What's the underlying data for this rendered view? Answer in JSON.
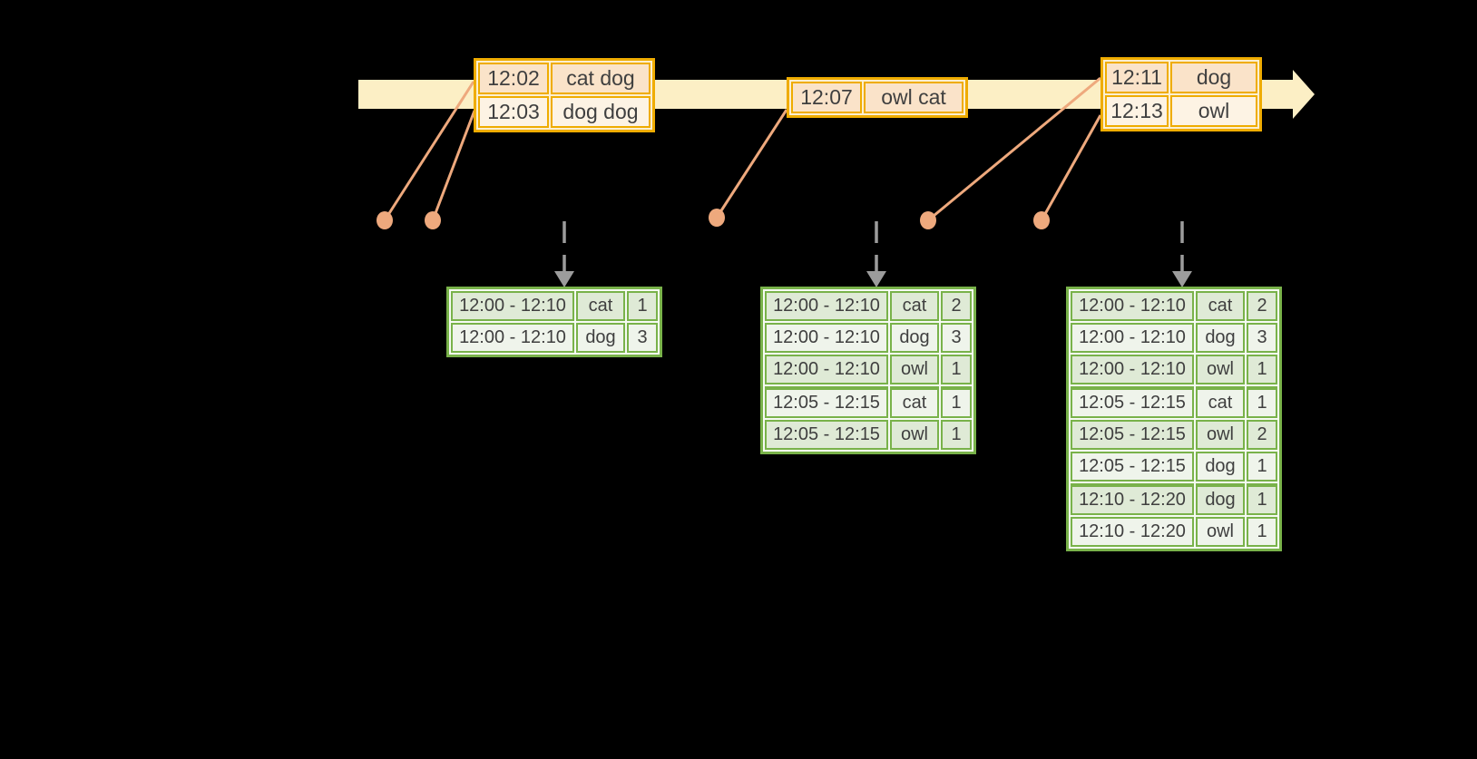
{
  "palette": {
    "gold": "#EFAC00",
    "yellow": "#FCEFC5",
    "peach-row": "#FAE3C9",
    "cream-row": "#FDF3E4",
    "orange": "#EEA97D",
    "green": "#79B24A",
    "row-dark": "#DFEAD6",
    "row-light": "#EFF4EB",
    "gray": "#9C9C9C",
    "ink": "#3F3F3F",
    "bg": "#000000"
  },
  "event_tables": [
    {
      "rows": [
        {
          "time": "12:02",
          "words": "cat dog"
        },
        {
          "time": "12:03",
          "words": "dog dog"
        }
      ]
    },
    {
      "rows": [
        {
          "time": "12:07",
          "words": "owl cat"
        }
      ]
    },
    {
      "rows": [
        {
          "time": "12:11",
          "words": "dog"
        },
        {
          "time": "12:13",
          "words": "owl"
        }
      ]
    }
  ],
  "result_tables": [
    {
      "rows": [
        {
          "window": "12:00 - 12:10",
          "word": "cat",
          "count": "1"
        },
        {
          "window": "12:00 - 12:10",
          "word": "dog",
          "count": "3"
        }
      ]
    },
    {
      "rows": [
        {
          "window": "12:00 - 12:10",
          "word": "cat",
          "count": "2"
        },
        {
          "window": "12:00 - 12:10",
          "word": "dog",
          "count": "3"
        },
        {
          "window": "12:00 - 12:10",
          "word": "owl",
          "count": "1"
        },
        {
          "window": "12:05 - 12:15",
          "word": "cat",
          "count": "1",
          "group_start": true
        },
        {
          "window": "12:05 - 12:15",
          "word": "owl",
          "count": "1"
        }
      ]
    },
    {
      "rows": [
        {
          "window": "12:00 - 12:10",
          "word": "cat",
          "count": "2"
        },
        {
          "window": "12:00 - 12:10",
          "word": "dog",
          "count": "3"
        },
        {
          "window": "12:00 - 12:10",
          "word": "owl",
          "count": "1"
        },
        {
          "window": "12:05 - 12:15",
          "word": "cat",
          "count": "1",
          "group_start": true
        },
        {
          "window": "12:05 - 12:15",
          "word": "owl",
          "count": "2"
        },
        {
          "window": "12:05 - 12:15",
          "word": "dog",
          "count": "1"
        },
        {
          "window": "12:10 - 12:20",
          "word": "dog",
          "count": "1",
          "group_start": true
        },
        {
          "window": "12:10 - 12:20",
          "word": "owl",
          "count": "1"
        }
      ]
    }
  ]
}
